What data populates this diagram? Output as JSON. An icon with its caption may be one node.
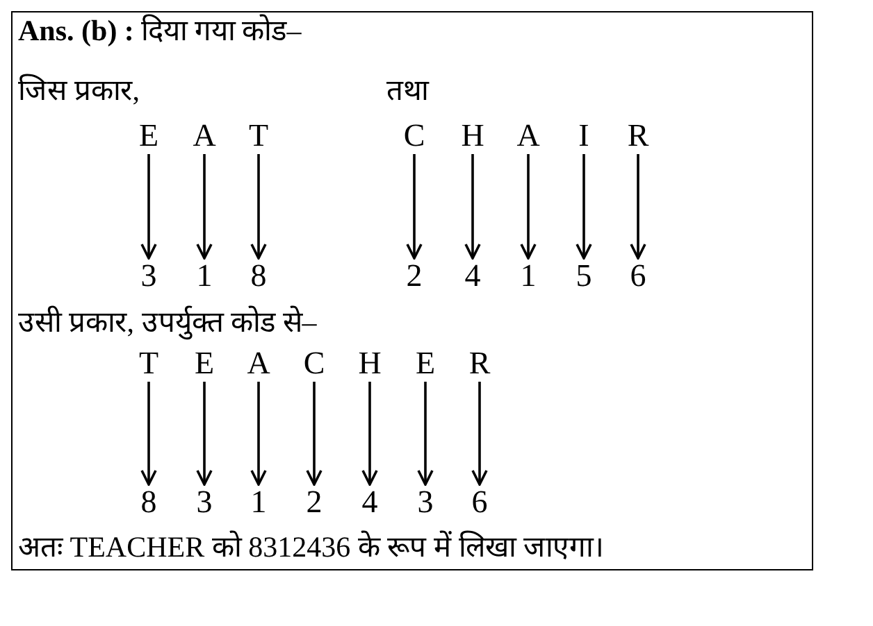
{
  "diagram": {
    "nodes": [
      {
        "text": [
          "E"
        ]
      },
      {
        "text": [
          "A"
        ]
      },
      {
        "text": [
          "T"
        ]
      },
      {
        "text": [
          "C"
        ]
      },
      {
        "text": [
          "H"
        ]
      },
      {
        "text": [
          "A"
        ]
      },
      {
        "text": [
          "I"
        ]
      },
      {
        "text": [
          "R"
        ]
      },
      {
        "text": [
          "3"
        ]
      },
      {
        "text": [
          "1"
        ]
      },
      {
        "text": [
          "8"
        ]
      },
      {
        "text": [
          "2"
        ]
      },
      {
        "text": [
          "4"
        ]
      },
      {
        "text": [
          "1"
        ]
      },
      {
        "text": [
          "5"
        ]
      },
      {
        "text": [
          "6"
        ]
      },
      {
        "text": [
          "T"
        ]
      },
      {
        "text": [
          "E"
        ]
      },
      {
        "text": [
          "A"
        ]
      },
      {
        "text": [
          "C"
        ]
      },
      {
        "text": [
          "H"
        ]
      },
      {
        "text": [
          "E"
        ]
      },
      {
        "text": [
          "R"
        ]
      },
      {
        "text": [
          "8"
        ]
      },
      {
        "text": [
          "3"
        ]
      },
      {
        "text": [
          "1"
        ]
      },
      {
        "text": [
          "2"
        ]
      },
      {
        "text": [
          "4"
        ]
      },
      {
        "text": [
          "3"
        ]
      },
      {
        "text": [
          "6"
        ]
      }
    ],
    "edges": [
      {
        "from": 0,
        "to": 8,
        "arrow": "to"
      },
      {
        "from": 1,
        "to": 9,
        "arrow": "to"
      },
      {
        "from": 2,
        "to": 10,
        "arrow": "to"
      },
      {
        "from": 3,
        "to": 11,
        "arrow": "to"
      },
      {
        "from": 4,
        "to": 12,
        "arrow": "to"
      },
      {
        "from": 5,
        "to": 13,
        "arrow": "to"
      },
      {
        "from": 6,
        "to": 14,
        "arrow": "to"
      },
      {
        "from": 7,
        "to": 15,
        "arrow": "to"
      },
      {
        "from": 16,
        "to": 23,
        "arrow": "to"
      },
      {
        "from": 17,
        "to": 24,
        "arrow": "to"
      },
      {
        "from": 18,
        "to": 25,
        "arrow": "to"
      },
      {
        "from": 19,
        "to": 26,
        "arrow": "to"
      },
      {
        "from": 20,
        "to": 27,
        "arrow": "to"
      },
      {
        "from": 21,
        "to": 28,
        "arrow": "to"
      },
      {
        "from": 22,
        "to": 29,
        "arrow": "to"
      }
    ],
    "labels": [
      "**Ans. (b) :** दिया गया कोड–",
      "जिस प्रकार,",
      "तथा",
      "उसी प्रकार, उपर्युक्त कोड से–",
      "अतः TEACHER को 8312436 के रूप में लिखा जाएगा।"
    ]
  }
}
